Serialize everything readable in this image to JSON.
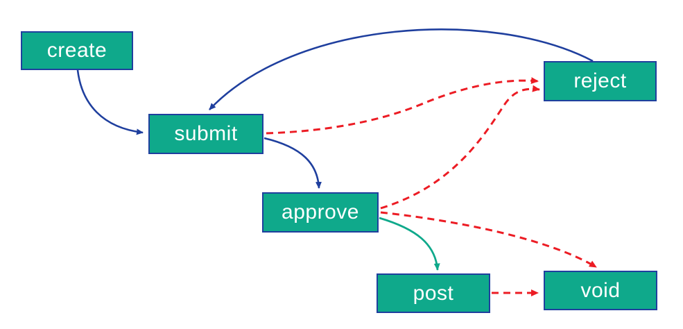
{
  "diagram": {
    "type": "state-flow-diagram",
    "nodes": [
      {
        "id": "create",
        "label": "create"
      },
      {
        "id": "submit",
        "label": "submit"
      },
      {
        "id": "approve",
        "label": "approve"
      },
      {
        "id": "post",
        "label": "post"
      },
      {
        "id": "reject",
        "label": "reject"
      },
      {
        "id": "void",
        "label": "void"
      }
    ],
    "edges": [
      {
        "from": "create",
        "to": "submit",
        "style": "solid",
        "color": "#1F3F9E"
      },
      {
        "from": "reject",
        "to": "submit",
        "style": "solid",
        "color": "#1F3F9E"
      },
      {
        "from": "submit",
        "to": "approve",
        "style": "solid",
        "color": "#1F3F9E"
      },
      {
        "from": "submit",
        "to": "reject",
        "style": "dashed",
        "color": "#EC1C24"
      },
      {
        "from": "approve",
        "to": "reject",
        "style": "dashed",
        "color": "#EC1C24"
      },
      {
        "from": "approve",
        "to": "void",
        "style": "dashed",
        "color": "#EC1C24"
      },
      {
        "from": "approve",
        "to": "post",
        "style": "solid",
        "color": "#0FA98B"
      },
      {
        "from": "post",
        "to": "void",
        "style": "dashed",
        "color": "#EC1C24"
      }
    ],
    "colors": {
      "node_fill": "#0FA98B",
      "node_border": "#1F3F9E",
      "node_text": "#FFFFFF",
      "solid_arrow": "#1F3F9E",
      "dashed_arrow": "#EC1C24",
      "green_arrow": "#0FA98B",
      "background": "#FFFFFF"
    }
  }
}
